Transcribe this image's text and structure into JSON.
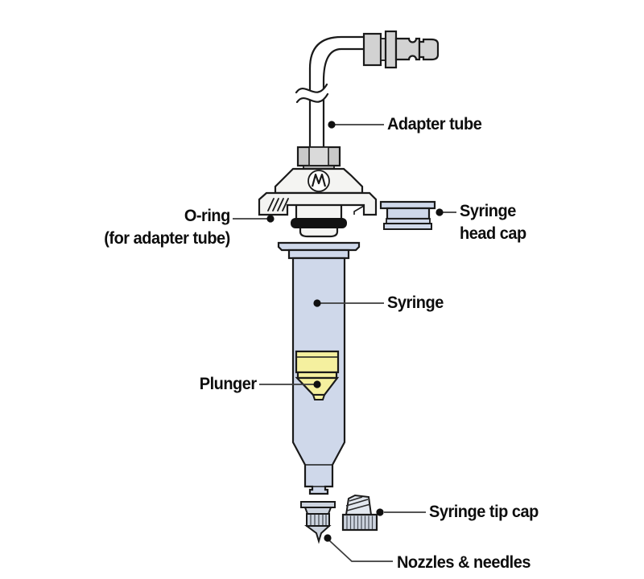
{
  "diagram": {
    "labels": {
      "adapter_tube": "Adapter tube",
      "o_ring": "O-ring",
      "o_ring_note": "(for adapter tube)",
      "syringe_head_cap_line1": "Syringe",
      "syringe_head_cap_line2": "head cap",
      "syringe": "Syringe",
      "plunger": "Plunger",
      "syringe_tip_cap": "Syringe tip cap",
      "nozzles_needles": "Nozzles & needles"
    },
    "icons": {
      "manufacturer_logo": "circled-M-logo"
    },
    "colors": {
      "background": "#ffffff",
      "outline": "#1a1a1a",
      "syringe_blue": "#cfd8ea",
      "plunger_yellow": "#f5f09f",
      "metal_gray": "#d2d2d2",
      "fitting_gray_blue": "#cdd4df",
      "o_ring_black": "#121212",
      "head_white": "#f4f4f2",
      "leader_line": "#3c3c3c"
    }
  }
}
